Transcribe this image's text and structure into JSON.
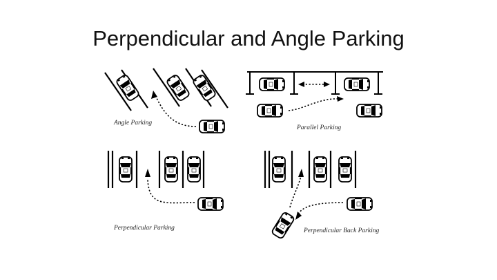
{
  "slide": {
    "title": "Perpendicular and Angle Parking"
  },
  "diagram": {
    "angle_caption": "Angle Parking",
    "parallel_caption": "Parallel Parking",
    "perpendicular_caption": "Perpendicular Parking",
    "back_caption": "Perpendicular Back Parking"
  }
}
